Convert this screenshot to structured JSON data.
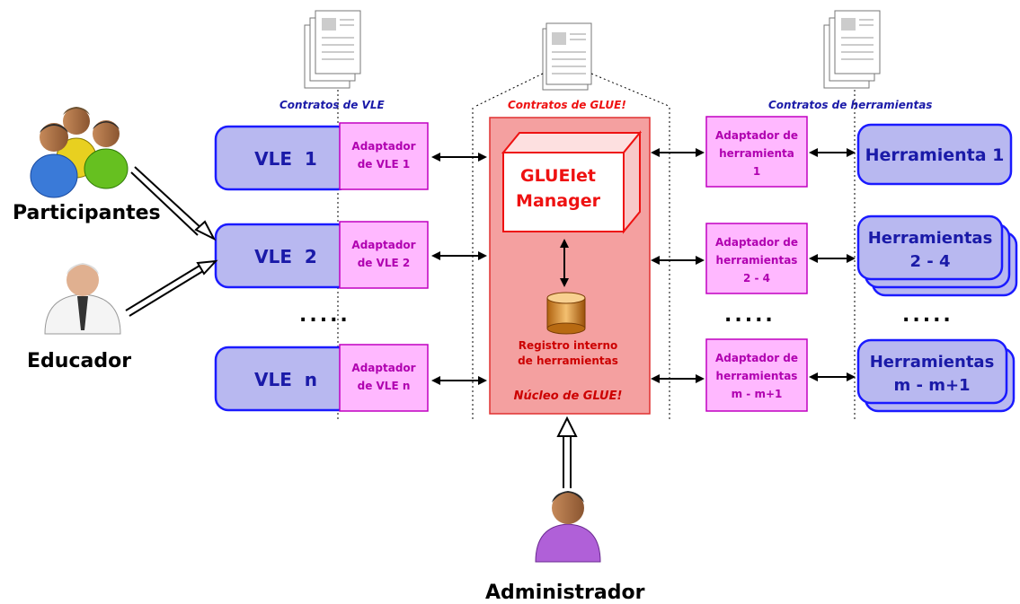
{
  "actors": {
    "participants": "Participantes",
    "educator": "Educador",
    "administrator": "Administrador"
  },
  "contracts": {
    "vle": "Contratos de VLE",
    "glue": "Contratos de GLUE!",
    "tools": "Contratos de herramientas"
  },
  "vles": [
    {
      "label": "VLE  1",
      "adapter": [
        "Adaptador",
        "de VLE 1"
      ]
    },
    {
      "label": "VLE  2",
      "adapter": [
        "Adaptador",
        "de VLE 2"
      ]
    },
    {
      "label": "VLE  n",
      "adapter": [
        "Adaptador",
        "de VLE n"
      ]
    }
  ],
  "core": {
    "manager": [
      "GLUElet",
      "Manager"
    ],
    "registry": [
      "Registro interno",
      "de herramientas"
    ],
    "title": "Núcleo de GLUE!"
  },
  "tool_adapters": [
    [
      "Adaptador de",
      "herramienta",
      "1"
    ],
    [
      "Adaptador de",
      "herramientas",
      "2 - 4"
    ],
    [
      "Adaptador de",
      "herramientas",
      "m - m+1"
    ]
  ],
  "tools": [
    [
      "Herramienta 1"
    ],
    [
      "Herramientas",
      "2 - 4"
    ],
    [
      "Herramientas",
      "m - m+1"
    ]
  ],
  "ellipsis": ".....",
  "colors": {
    "vle_fill": "#b8b8f0",
    "vle_stroke": "#1a1aff",
    "adapter_fill": "#ffb8ff",
    "adapter_stroke": "#c000c0",
    "core_fill": "#f4a0a0",
    "core_stroke": "#e03030",
    "manager_fill": "#ffffff",
    "manager_stroke": "#ee1111",
    "registry_text": "#cc0000",
    "contract_vle": "#1a1aa8",
    "contract_glue": "#ee1111",
    "contract_tools": "#1a1aa8"
  }
}
